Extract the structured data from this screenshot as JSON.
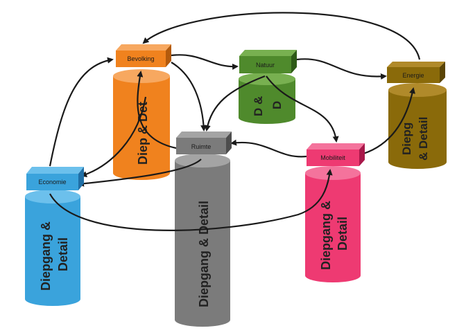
{
  "colors": {
    "economie": "#3aa3dc",
    "bevolking": "#f0821e",
    "natuur": "#4f8a2c",
    "ruimte": "#7b7b7b",
    "mobiliteit": "#ee3a72",
    "energie": "#8a6a0a",
    "arrow": "#1a1a1a"
  },
  "nodes": {
    "economie": {
      "label": "Economie",
      "detail_line1": "Diepgang &",
      "detail_line2": "Detail"
    },
    "bevolking": {
      "label": "Bevolking",
      "detail_line1": "Diep & Det"
    },
    "natuur": {
      "label": "Natuur",
      "detail_line1": "D &",
      "detail_line2": "D"
    },
    "ruimte": {
      "label": "Ruimte",
      "detail_line1": "Diepgang & Detail"
    },
    "mobiliteit": {
      "label": "Mobiliteit",
      "detail_line1": "Diepgang &",
      "detail_line2": "Detail"
    },
    "energie": {
      "label": "Energie",
      "detail_line1": "Diepg",
      "detail_line2": "& Detail"
    }
  },
  "connections": [
    {
      "from": "economie",
      "to": "bevolking"
    },
    {
      "from": "bevolking",
      "to": "natuur"
    },
    {
      "from": "natuur",
      "to": "energie"
    },
    {
      "from": "energie",
      "to": "bevolking"
    },
    {
      "from": "bevolking",
      "to": "ruimte"
    },
    {
      "from": "bevolking",
      "to": "economie"
    },
    {
      "from": "ruimte",
      "to": "bevolking"
    },
    {
      "from": "ruimte",
      "to": "economie"
    },
    {
      "from": "natuur",
      "to": "ruimte"
    },
    {
      "from": "natuur",
      "to": "mobiliteit"
    },
    {
      "from": "mobiliteit",
      "to": "ruimte"
    },
    {
      "from": "mobiliteit",
      "to": "energie"
    },
    {
      "from": "economie",
      "to": "mobiliteit"
    }
  ]
}
